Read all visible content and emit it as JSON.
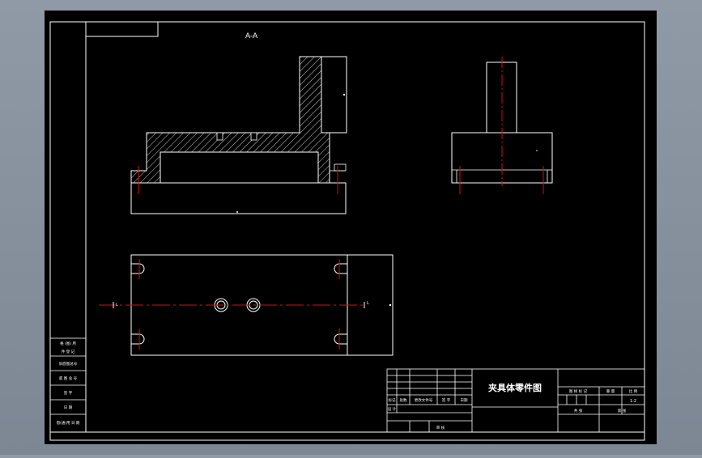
{
  "drawing": {
    "section_label": "A-A",
    "title": "夹具体零件图",
    "marker_left": "L",
    "marker_right": "L",
    "colors": {
      "background": "#000000",
      "line": "#ffffff",
      "centerline": "#cc1111",
      "frame_outer": "#8c96a2"
    }
  },
  "title_block": {
    "left_col": {
      "row1": "格 (图) 用",
      "row2": "件 登 记",
      "row3": "旧底图总号",
      "row4": "底 图 总 号",
      "row5": "签 字",
      "row6": "日 期",
      "row7": "借(通)用 日 期"
    },
    "rev_header": {
      "c1": "标记",
      "c2": "处数",
      "c3": "更改文件号",
      "c4": "签 字",
      "c5": "日期"
    },
    "design_label": "设 计",
    "review_label": "审 核",
    "right": {
      "stage": "图 样 标 记",
      "weight": "重 量",
      "scale_label": "比 例",
      "scale": "1:2",
      "sheet": "共 张",
      "page": "第 张"
    }
  }
}
